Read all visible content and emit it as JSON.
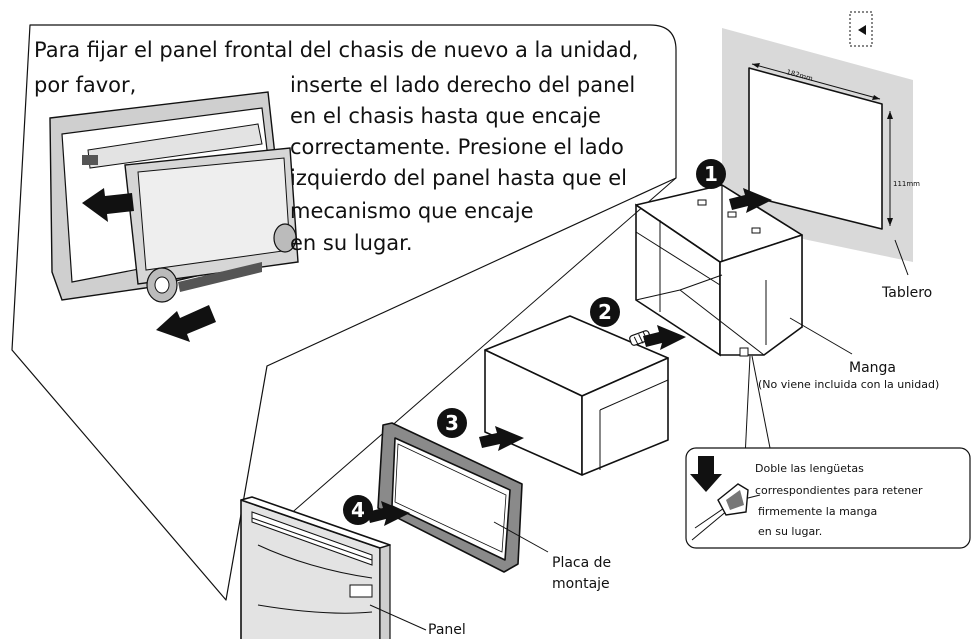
{
  "callout": {
    "line1": "Para fijar el panel frontal del chasis de nuevo a la unidad,",
    "line2": "por favor,",
    "line3": "inserte el lado derecho del panel",
    "line4": "en el chasis hasta que encaje",
    "line5": "correctamente. Presione el lado",
    "line6": "izquierdo del panel hasta que el",
    "line7": "mecanismo que encaje",
    "line8": "en su lugar."
  },
  "steps": [
    "1",
    "2",
    "3",
    "4"
  ],
  "dims": {
    "width": "182mm",
    "height": "111mm"
  },
  "labels": {
    "tablero": "Tablero",
    "manga": "Manga",
    "manga_note": "(No viene incluida con la unidad)",
    "placa_1": "Placa de",
    "placa_2": "montaje",
    "panel": "Panel"
  },
  "tab_note": {
    "line1": "Doble las lengüetas",
    "line2": "correspondientes para retener",
    "line3": "firmemente la manga",
    "line4": "en su lugar."
  }
}
